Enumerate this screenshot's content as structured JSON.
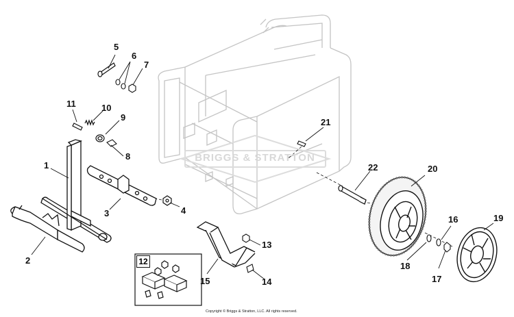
{
  "watermark": {
    "text": "BRIGGS & STRATTON"
  },
  "copyright": "Copyright © Briggs & Stratton, LLC. All rights reserved.",
  "callouts": {
    "c1": "1",
    "c2": "2",
    "c3": "3",
    "c4": "4",
    "c5": "5",
    "c6": "6",
    "c7": "7",
    "c8": "8",
    "c9": "9",
    "c10": "10",
    "c11": "11",
    "c12": "12",
    "c13": "13",
    "c14": "14",
    "c15": "15",
    "c16": "16",
    "c17": "17",
    "c18": "18",
    "c19": "19",
    "c20": "20",
    "c21": "21",
    "c22": "22"
  },
  "colors": {
    "ink": "#111111",
    "ghost": "#c4c4c4",
    "watermark": "#d8d8d8"
  }
}
